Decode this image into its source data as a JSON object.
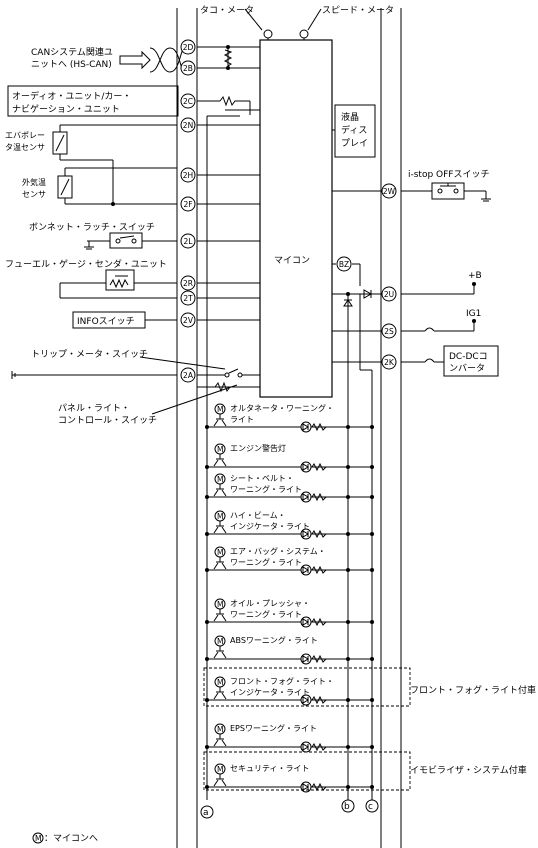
{
  "meters": {
    "tacho": "タコ・メータ",
    "speed": "スピード・メータ"
  },
  "left": {
    "can": [
      "CANシステム関連ユ",
      "ニットへ (HS-CAN)"
    ],
    "audio": [
      "オーディオ・ユニット/カー・",
      "ナビゲーション・ユニット"
    ],
    "evap": [
      "エバポレー",
      "タ温センサ"
    ],
    "outside": [
      "外気温",
      "センサ"
    ],
    "bonnet": "ボンネット・ラッチ・スイッチ",
    "fuel": "フューエル・ゲージ・センダ・ユニット",
    "info": "INFOスイッチ",
    "trip": "トリップ・メータ・スイッチ",
    "panel": [
      "パネル・ライト・",
      "コントロール・スイッチ"
    ]
  },
  "pins": [
    "2D",
    "2B",
    "2C",
    "2N",
    "2H",
    "2F",
    "2L",
    "2R",
    "2T",
    "2V",
    "2A",
    "2W",
    "BZ",
    "2U",
    "2S",
    "2K"
  ],
  "center": {
    "lcd": [
      "液晶",
      "ディス",
      "プレイ"
    ],
    "micon": "マイコン"
  },
  "right": {
    "istop": "i-stop OFFスイッチ",
    "plusb": "+B",
    "ig1": "IG1",
    "dcdc": [
      "DC-DCコ",
      "ンバータ"
    ]
  },
  "lamps": {
    "alternator": [
      "オルタネータ・ワーニング・",
      "ライト"
    ],
    "engine": "エンジン警告灯",
    "seatbelt": [
      "シート・ベルト・",
      "ワーニング・ライト"
    ],
    "highbeam": [
      "ハイ・ビーム・",
      "インジケータ・ライト"
    ],
    "airbag": [
      "エア・バッグ・システム・",
      "ワーニング・ライト"
    ],
    "oil": [
      "オイル・プレッシャ・",
      "ワーニング・ライト"
    ],
    "abs": "ABSワーニング・ライト",
    "fog": [
      "フロント・フォグ・ライト・",
      "インジケータ・ライト"
    ],
    "eps": "EPSワーニング・ライト",
    "security": "セキュリティ・ライト"
  },
  "notes": {
    "fog": "フロント・フォグ・ライト付車",
    "immobi": "イモビライザ・システム付車",
    "legend_m": "M",
    "legend": "：マイコンへ"
  },
  "terminals": [
    "a",
    "b",
    "c"
  ]
}
